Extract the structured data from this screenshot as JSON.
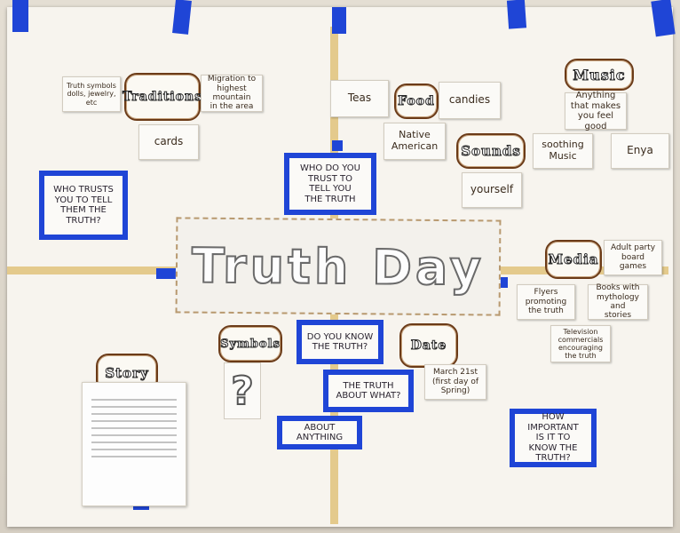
{
  "title": "Truth Day",
  "headings": {
    "traditions": "Traditions",
    "food": "Food",
    "music": "Music",
    "sounds": "Sounds",
    "media": "Media",
    "symbols": "Symbols",
    "date": "Date",
    "story": "Story"
  },
  "questions": {
    "who_trusts_you": "WHO TRUSTS\nYOU TO TELL\nTHEM THE\nTRUTH?",
    "who_do_you_trust": "WHO DO YOU\nTRUST TO\nTELL YOU\nTHE TRUTH",
    "do_you_know": "DO YOU KNOW\nTHE TRUTH?",
    "truth_about_what": "THE TRUTH\nABOUT WHAT?",
    "about_anything": "ABOUT ANYTHING",
    "how_important": "HOW IMPORTANT\nIS IT TO\nKNOW THE\nTRUTH?"
  },
  "notes": {
    "traditions_1": "Truth symbols\ndolls, jewelry, etc",
    "traditions_2": "Migration to\nhighest mountain\nin the area",
    "traditions_3": "cards",
    "food_1": "Teas",
    "food_2": "candies",
    "food_3": "Native\nAmerican",
    "music_1": "Anything\nthat makes\nyou feel good",
    "music_2": "soothing\nMusic",
    "music_3": "Enya",
    "sounds_1": "yourself",
    "media_1": "Adult party\nboard games",
    "media_2": "Flyers\npromoting\nthe truth",
    "media_3": "Books with\nmythology and\nstories",
    "media_4": "Television\ncommercials\nencouraging\nthe truth",
    "symbols_1": "?",
    "date_1": "March 21st\n(first day of\nSpring)"
  }
}
